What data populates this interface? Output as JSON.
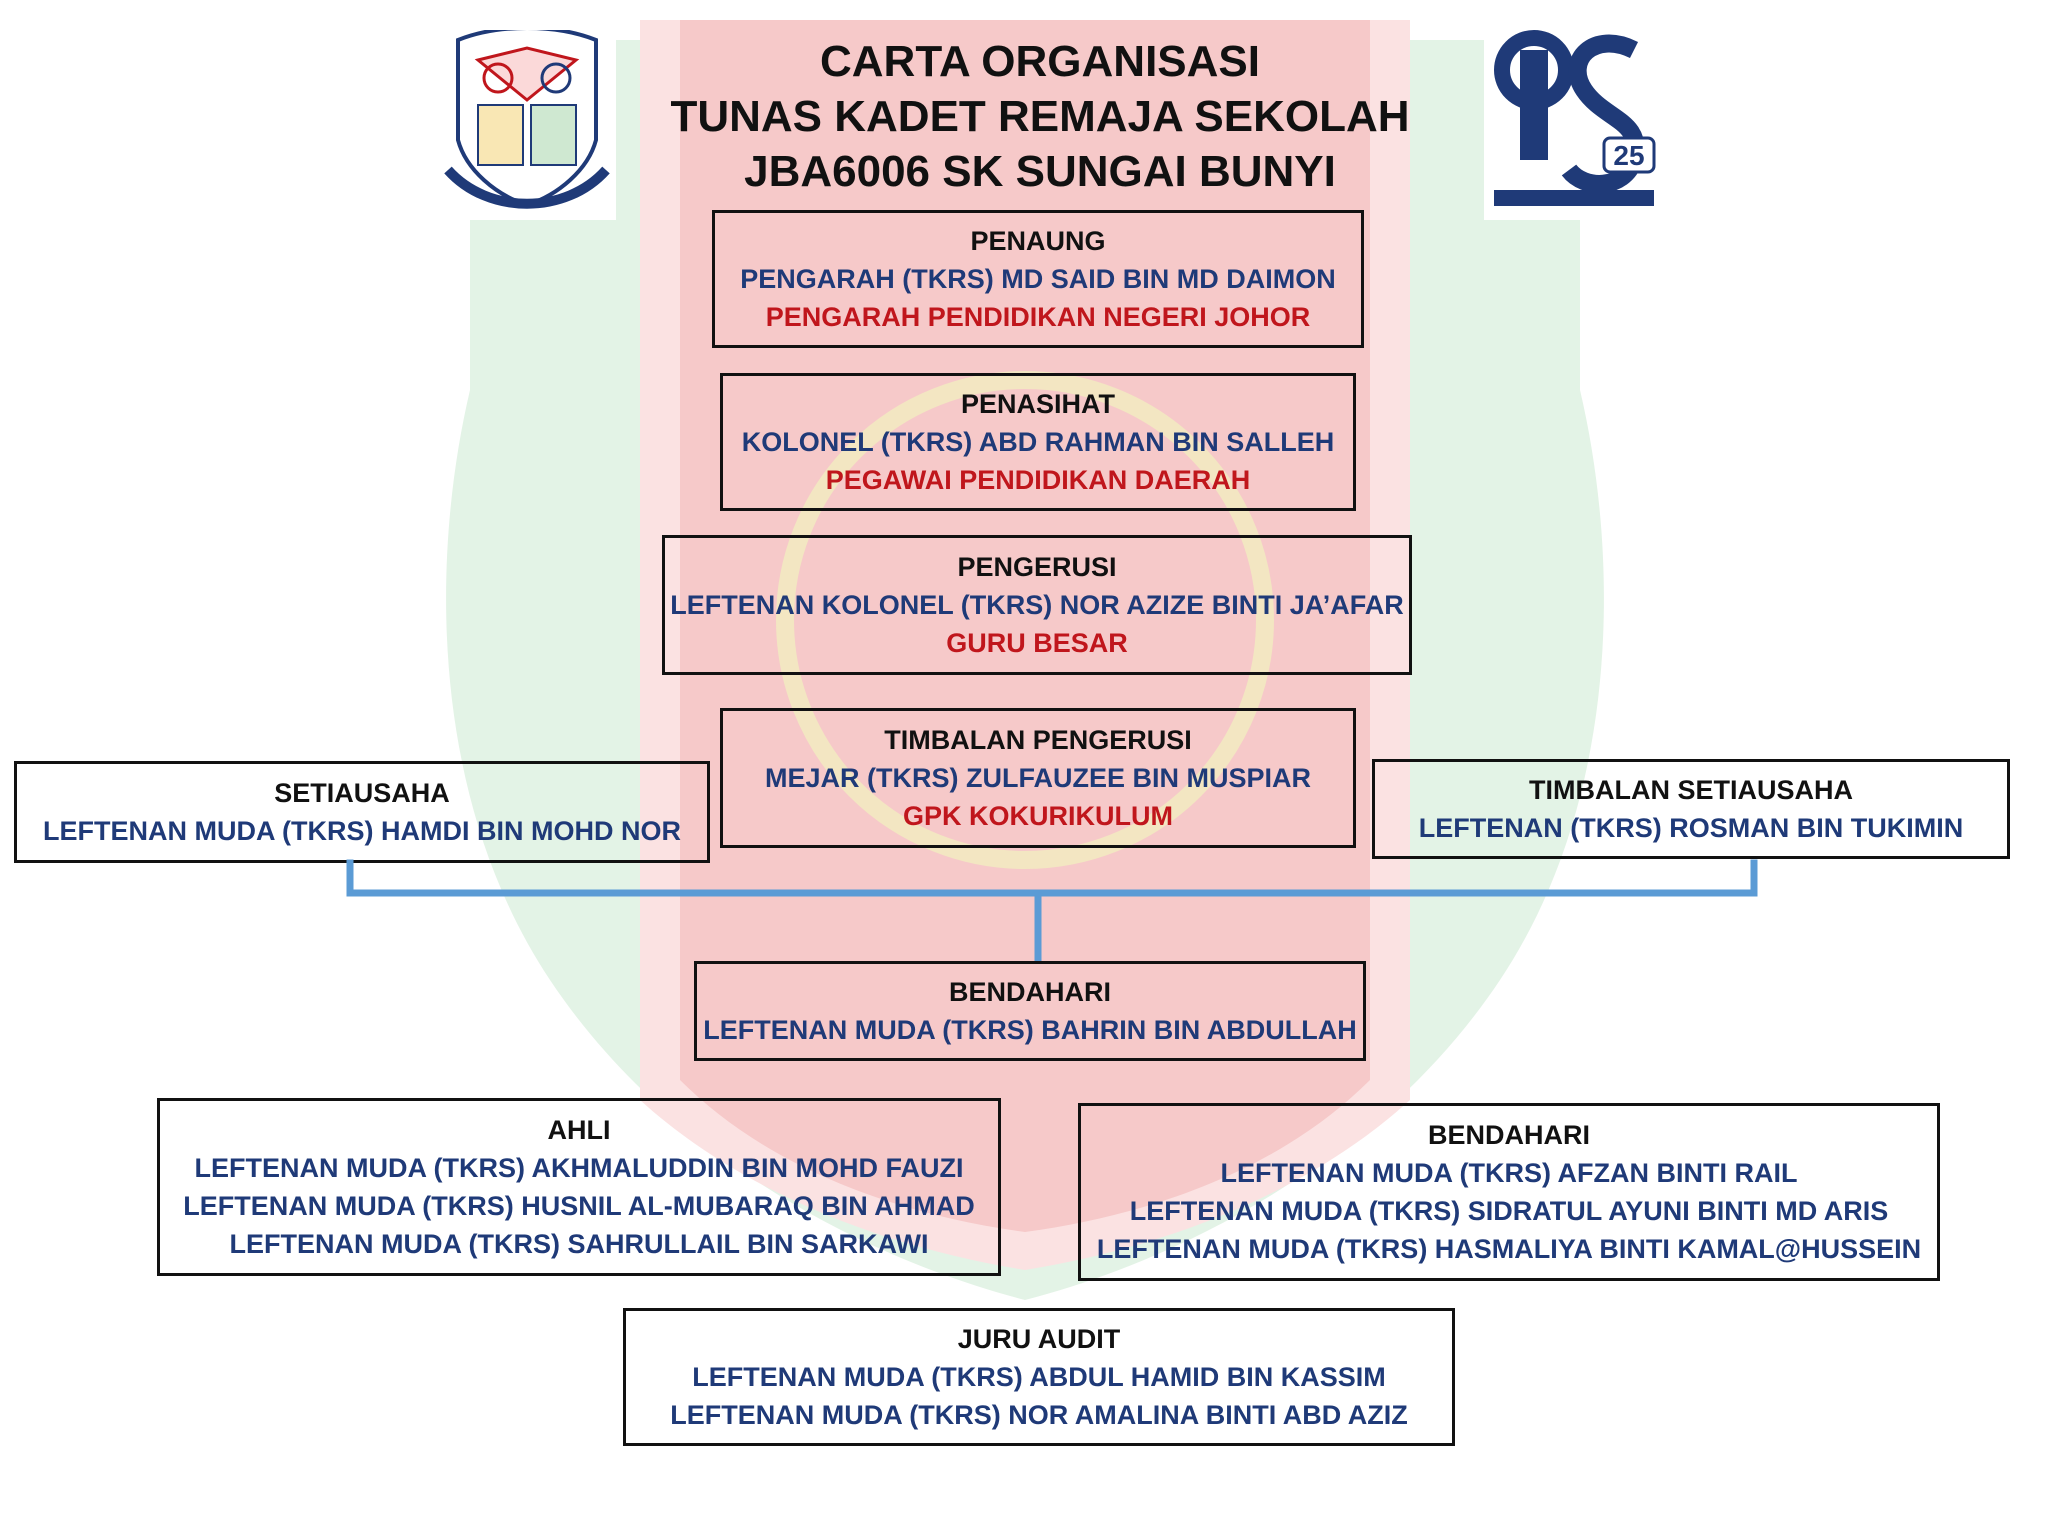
{
  "title": {
    "line1": "CARTA ORGANISASI",
    "line2": "TUNAS KADET REMAJA SEKOLAH",
    "line3": "JBA6006 SK SUNGAI BUNYI"
  },
  "logos": {
    "left": "school-crest-logo",
    "right": "ts25-logo",
    "right_text": "25"
  },
  "colors": {
    "heading": "#111111",
    "name": "#1f3a78",
    "role": "#c0161c",
    "connector": "#5b9bd5"
  },
  "penaung": {
    "heading": "PENAUNG",
    "name": "PENGARAH (TKRS) MD SAID BIN MD DAIMON",
    "role": "PENGARAH PENDIDIKAN NEGERI JOHOR"
  },
  "penasihat": {
    "heading": "PENASIHAT",
    "name": "KOLONEL (TKRS) ABD RAHMAN BIN SALLEH",
    "role": "PEGAWAI PENDIDIKAN DAERAH"
  },
  "pengerusi": {
    "heading": "PENGERUSI",
    "name": "LEFTENAN KOLONEL (TKRS) NOR AZIZE BINTI JA’AFAR",
    "role": "GURU BESAR"
  },
  "timbalan_pengerusi": {
    "heading": "TIMBALAN PENGERUSI",
    "name": "MEJAR (TKRS) ZULFAUZEE BIN MUSPIAR",
    "role": "GPK KOKURIKULUM"
  },
  "setiausaha": {
    "heading": "SETIAUSAHA",
    "name": "LEFTENAN MUDA (TKRS) HAMDI BIN MOHD NOR"
  },
  "timbalan_setiausaha": {
    "heading": "TIMBALAN SETIAUSAHA",
    "name": "LEFTENAN (TKRS) ROSMAN BIN TUKIMIN"
  },
  "bendahari": {
    "heading": "BENDAHARI",
    "name": "LEFTENAN MUDA (TKRS) BAHRIN BIN ABDULLAH"
  },
  "ahli": {
    "heading": "AHLI",
    "names": [
      "LEFTENAN MUDA (TKRS) AKHMALUDDIN BIN MOHD FAUZI",
      "LEFTENAN MUDA (TKRS) HUSNIL AL-MUBARAQ BIN AHMAD",
      "LEFTENAN MUDA (TKRS) SAHRULLAIL BIN SARKAWI"
    ]
  },
  "bendahari_2": {
    "heading": "BENDAHARI",
    "names": [
      "LEFTENAN MUDA (TKRS) AFZAN BINTI RAIL",
      "LEFTENAN MUDA (TKRS) SIDRATUL AYUNI BINTI MD ARIS",
      "LEFTENAN MUDA (TKRS) HASMALIYA BINTI KAMAL@HUSSEIN"
    ]
  },
  "juru_audit": {
    "heading": "JURU AUDIT",
    "names": [
      "LEFTENAN MUDA (TKRS) ABDUL HAMID BIN KASSIM",
      "LEFTENAN MUDA (TKRS) NOR AMALINA BINTI ABD AZIZ"
    ]
  }
}
